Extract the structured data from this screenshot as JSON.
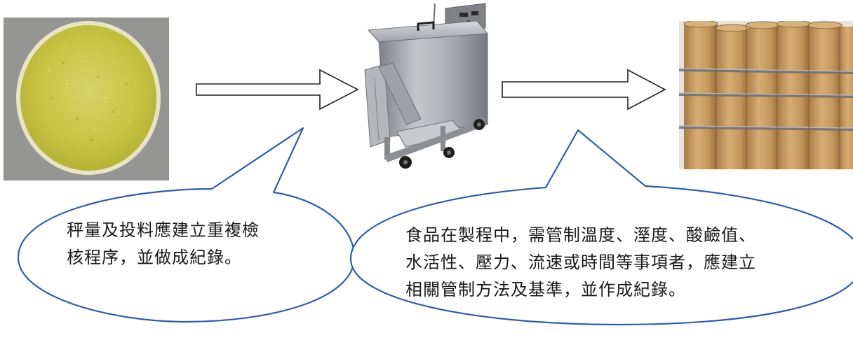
{
  "steps": [
    {
      "id": "raw-powder",
      "icon": "yellow-powder-image"
    },
    {
      "id": "mixer",
      "icon": "stainless-mixer-machine-image"
    },
    {
      "id": "drums",
      "icon": "fiber-drums-image"
    }
  ],
  "callouts": {
    "left": {
      "lines": [
        "秤量及投料應建立重複檢",
        "核程序，並做成紀錄。"
      ]
    },
    "right": {
      "lines": [
        "食品在製程中，需管制溫度、溼度、酸鹼值、",
        "水活性、壓力、流速或時間等事項者，應建立",
        "相關管制方法及基準，並作成紀錄。"
      ]
    }
  },
  "colors": {
    "callout_stroke": "#2e5fa6",
    "arrow_stroke": "#222222",
    "powder": "#c9c84a",
    "drum": "#c89a62",
    "steel": "#9ea2a6"
  }
}
